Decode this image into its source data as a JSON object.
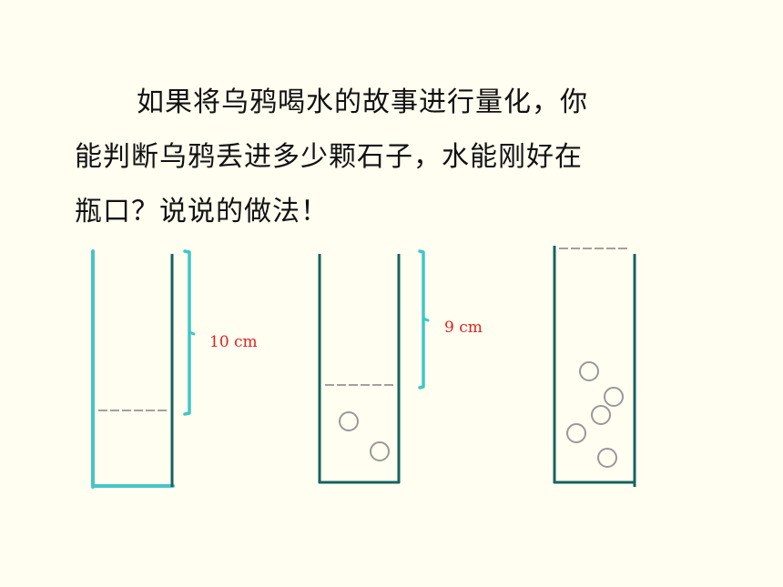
{
  "question": {
    "lines": [
      "如果将乌鸦喝水的故事进行量化，你",
      "能判断乌鸦丢进多少颗石子，水能刚好在",
      "瓶口？说说的做法！"
    ]
  },
  "containers": [
    {
      "measure_label": "10 cm",
      "stones": 0
    },
    {
      "measure_label": "9 cm",
      "stones": 2
    },
    {
      "measure_label": "",
      "stones": 5
    }
  ],
  "colors": {
    "background": "#fffef1",
    "wall_teal": "#46c6c6",
    "wall_dark": "#16635e",
    "bracket": "#3fc7c7",
    "label_red": "#e0221c",
    "stone": "#999999",
    "water_line": "#6a6a6a"
  }
}
